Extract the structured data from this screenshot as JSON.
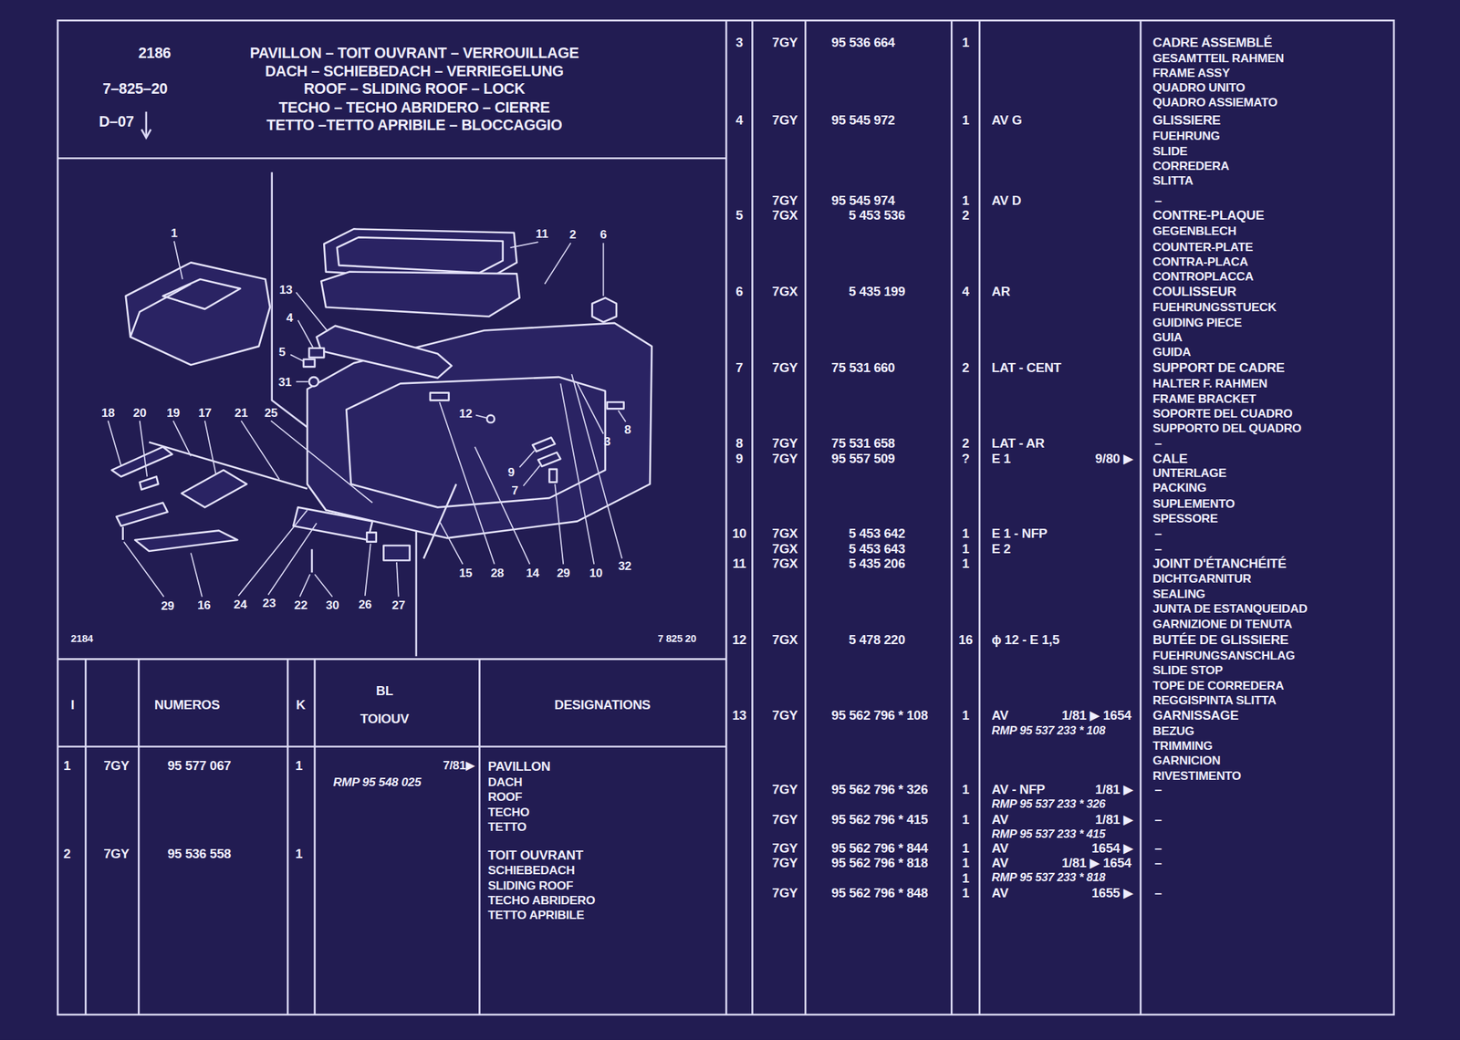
{
  "diagram": {
    "title": "PAVILLON – TOIT OUVRANT – VERROUILLAGE",
    "labels": [
      "2186",
      "7–825–20",
      "D–07",
      "DACH – SCHIEBEDACH – VERRIEGELUNG",
      "ROOF – SLIDING ROOF – LOCK",
      "TECHO – TECHO ABRIDERO – CIERRE",
      "TETTO –TETTO APRIBILE – BLOCCAGGIO",
      "1",
      "11",
      "2",
      "6",
      "13",
      "4",
      "5",
      "31",
      "18",
      "20",
      "19",
      "17",
      "21",
      "25",
      "12",
      "8",
      "3",
      "9",
      "7",
      "15",
      "28",
      "14",
      "29",
      "10",
      "32",
      "29",
      "16",
      "24",
      "23",
      "22",
      "30",
      "26",
      "27",
      "2184",
      "7 825 20",
      "I",
      "NUMEROS",
      "K",
      "BL",
      "TOIOUV",
      "DESIGNATIONS",
      "1",
      "7GY",
      "95 577 067",
      "1",
      "7/81▶",
      "RMP 95 548 025",
      "PAVILLON",
      "DACH",
      "ROOF",
      "TECHO",
      "TETTO",
      "2",
      "7GY",
      "95 536 558",
      "1",
      "TOIT OUVRANT",
      "SCHIEBEDACH",
      "SLIDING ROOF",
      "TECHO ABRIDERO",
      "TETTO APRIBILE",
      "3",
      "7GY",
      "95 536 664",
      "1",
      "CADRE ASSEMBLÉ",
      "GESAMTTEIL RAHMEN",
      "FRAME ASSY",
      "QUADRO UNITO",
      "QUADRO ASSIEMATO",
      "4",
      "7GY",
      "95 545 972",
      "1",
      "AV G",
      "GLISSIERE",
      "FUEHRUNG",
      "SLIDE",
      "CORREDERA",
      "SLITTA",
      "7GY",
      "95 545 974",
      "1",
      "AV D",
      "–",
      "5",
      "7GX",
      "5 453 536",
      "2",
      "CONTRE-PLAQUE",
      "GEGENBLECH",
      "COUNTER-PLATE",
      "CONTRA-PLACA",
      "CONTROPLACCA",
      "6",
      "7GX",
      "5 435 199",
      "4",
      "AR",
      "COULISSEUR",
      "FUEHRUNGSSTUECK",
      "GUIDING PIECE",
      "GUIA",
      "GUIDA",
      "7",
      "7GY",
      "75 531 660",
      "2",
      "LAT - CENT",
      "SUPPORT DE CADRE",
      "HALTER F. RAHMEN",
      "FRAME BRACKET",
      "SOPORTE DEL CUADRO",
      "SUPPORTO DEL QUADRO",
      "8",
      "7GY",
      "75 531 658",
      "2",
      "LAT - AR",
      "–",
      "9",
      "7GY",
      "95 557 509",
      "?",
      "E 1",
      "9/80 ▶",
      "CALE",
      "UNTERLAGE",
      "PACKING",
      "SUPLEMENTO",
      "SPESSORE",
      "10",
      "7GX",
      "5 453 642",
      "1",
      "E 1 - NFP",
      "–",
      "7GX",
      "5 453 643",
      "1",
      "E 2",
      "–",
      "11",
      "7GX",
      "5 435 206",
      "1",
      "JOINT D'ÉTANCHÉITÉ",
      "DICHTGARNITUR",
      "SEALING",
      "JUNTA DE ESTANQUEIDAD",
      "GARNIZIONE DI TENUTA",
      "12",
      "7GX",
      "5 478 220",
      "16",
      "ϕ 12 - E 1,5",
      "BUTÉE DE GLISSIERE",
      "FUEHRUNGSANSCHLAG",
      "SLIDE STOP",
      "TOPE DE CORREDERA",
      "REGGISPINTA SLITTA",
      "13",
      "7GY",
      "95 562 796 * 108",
      "1",
      "AV",
      "1/81 ▶ 1654",
      "RMP 95 537 233 * 108",
      "GARNISSAGE",
      "BEZUG",
      "TRIMMING",
      "GARNICION",
      "RIVESTIMENTO",
      "7GY",
      "95 562 796 * 326",
      "1",
      "AV - NFP",
      "1/81 ▶",
      "RMP 95 537 233 * 326",
      "–",
      "7GY",
      "95 562 796 * 415",
      "1",
      "AV",
      "1/81 ▶",
      "RMP 95 537 233 * 415",
      "–",
      "7GY",
      "95 562 796 * 844",
      "1",
      "AV",
      "1654 ▶",
      "–",
      "7GY",
      "95 562 796 * 818",
      "1",
      "AV",
      "1/81 ▶ 1654",
      "–",
      "1",
      "RMP 95 537 233 * 818",
      "7GY",
      "95 562 796 * 848",
      "1",
      "AV",
      "1655 ▶",
      "–"
    ]
  }
}
